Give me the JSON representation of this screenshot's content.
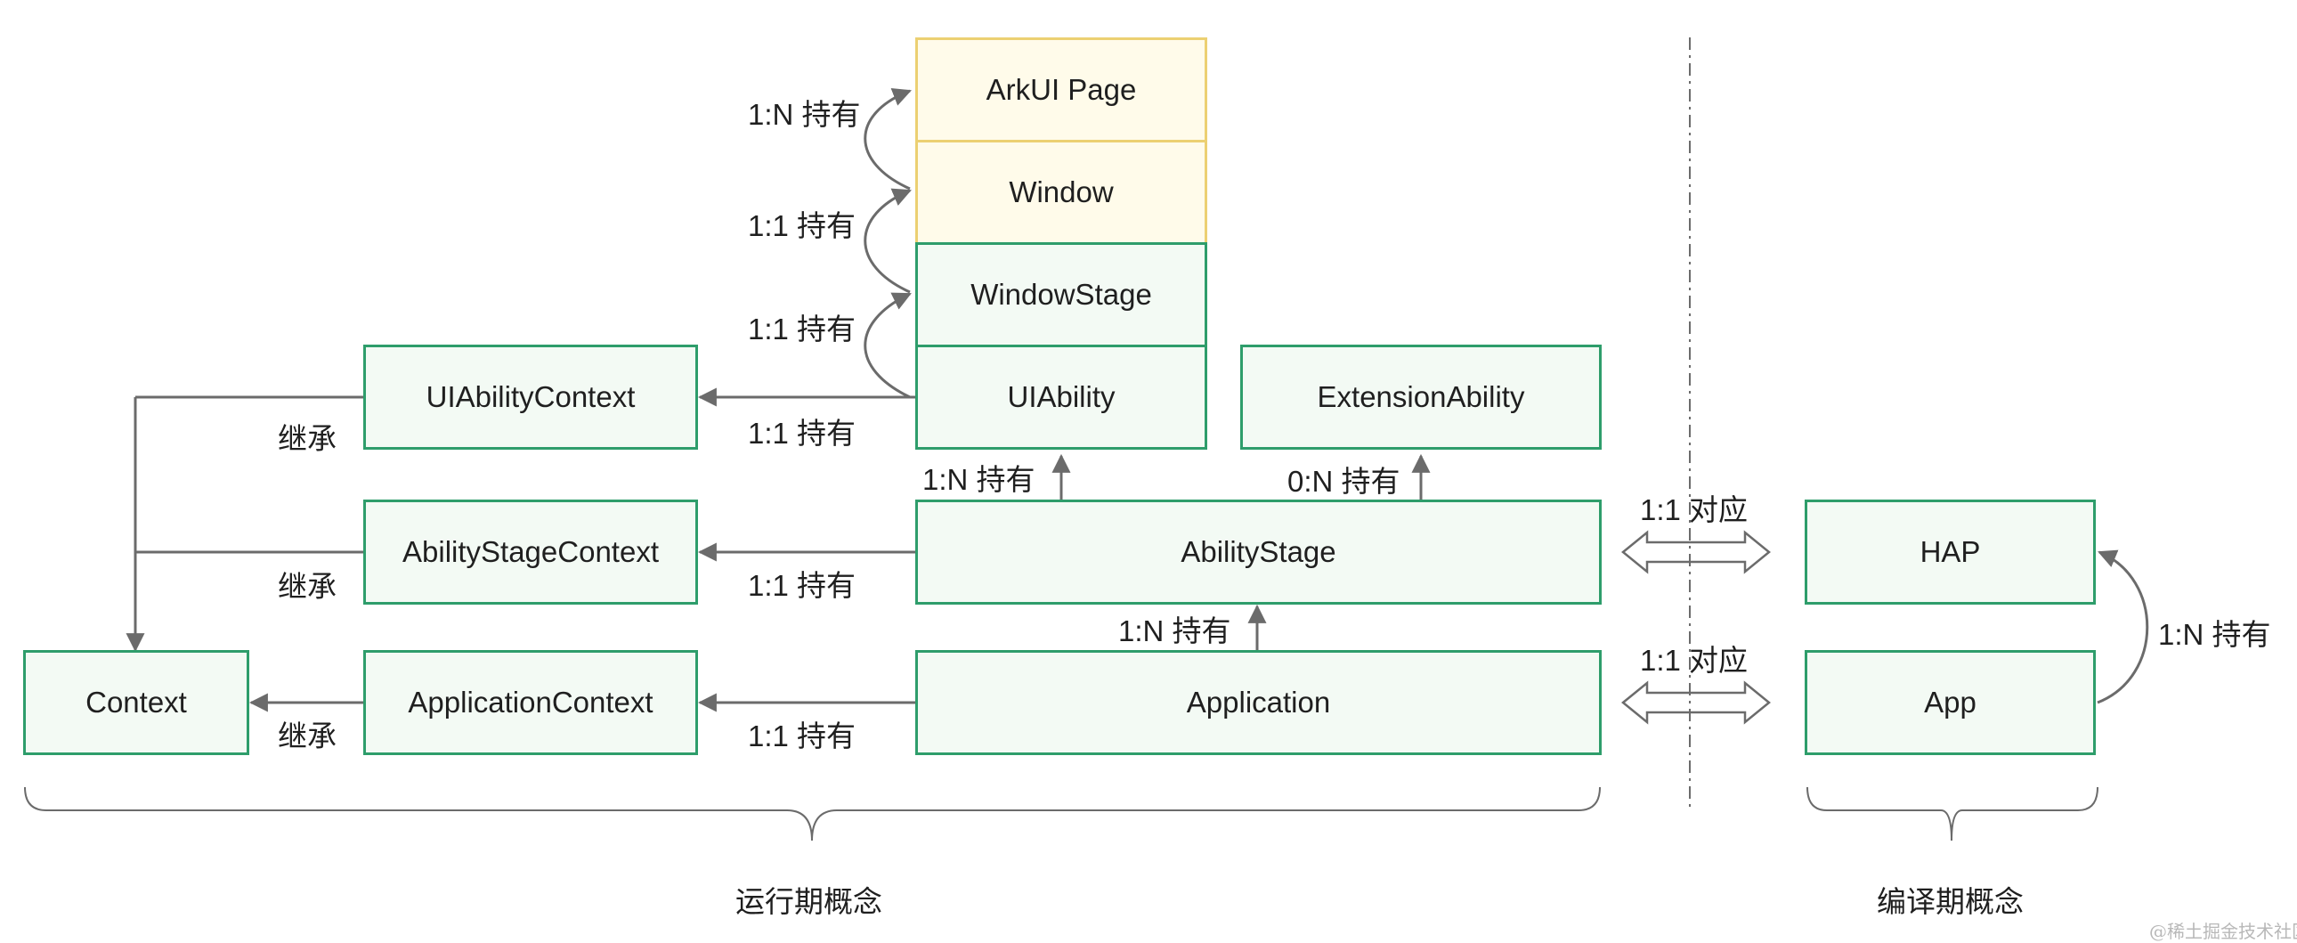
{
  "boxes": {
    "arkui_page": "ArkUI Page",
    "window": "Window",
    "window_stage": "WindowStage",
    "ui_ability": "UIAbility",
    "extension_ability": "ExtensionAbility",
    "ui_ability_context": "UIAbilityContext",
    "ability_stage_context": "AbilityStageContext",
    "ability_stage": "AbilityStage",
    "context": "Context",
    "application_context": "ApplicationContext",
    "application": "Application",
    "hap": "HAP",
    "app": "App"
  },
  "relations": {
    "page_hold": "1:N 持有",
    "window_hold": "1:1 持有",
    "window_stage_hold": "1:1 持有",
    "uiability_context_hold": "1:1 持有",
    "stage_to_uiability": "1:N 持有",
    "stage_to_extension": "0:N 持有",
    "stage_context_hold": "1:1 持有",
    "app_to_stage": "1:N 持有",
    "app_context_hold": "1:1 持有",
    "inherit_1": "继承",
    "inherit_2": "继承",
    "inherit_3": "继承",
    "map_stage_hap": "1:1 对应",
    "map_app_app": "1:1 对应",
    "app_to_hap": "1:N 持有"
  },
  "groups": {
    "runtime": "运行期概念",
    "compile": "编译期概念"
  },
  "watermark": "@稀土掘金技术社区",
  "colors": {
    "box_border_green": "#2e9d6b",
    "box_fill_green": "#f3faf4",
    "box_border_yellow": "#ecd072",
    "box_fill_yellow": "#fffbea",
    "line": "#6b6b6b"
  }
}
